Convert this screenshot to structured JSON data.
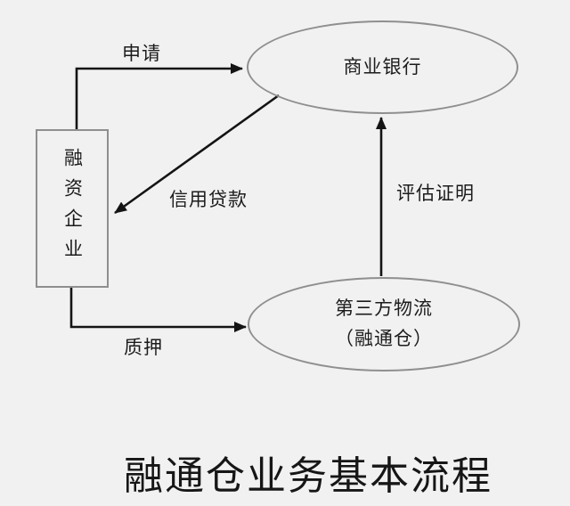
{
  "diagram": {
    "title": "融通仓业务基本流程",
    "nodes": {
      "enterprise": {
        "label": "融资企业",
        "shape": "rectangle"
      },
      "bank": {
        "label": "商业银行",
        "shape": "ellipse"
      },
      "logistics": {
        "line1": "第三方物流",
        "line2": "（融通仓）",
        "shape": "ellipse"
      }
    },
    "edges": [
      {
        "label": "申请",
        "from": "enterprise",
        "to": "bank"
      },
      {
        "label": "信用贷款",
        "from": "bank",
        "to": "enterprise"
      },
      {
        "label": "质押",
        "from": "enterprise",
        "to": "logistics"
      },
      {
        "label": "评估证明",
        "from": "logistics",
        "to": "bank"
      }
    ],
    "colors": {
      "background": "#f1f1f1",
      "node_border": "#8f8f8f",
      "arrow": "#141414",
      "text": "#1c1c1c"
    }
  }
}
